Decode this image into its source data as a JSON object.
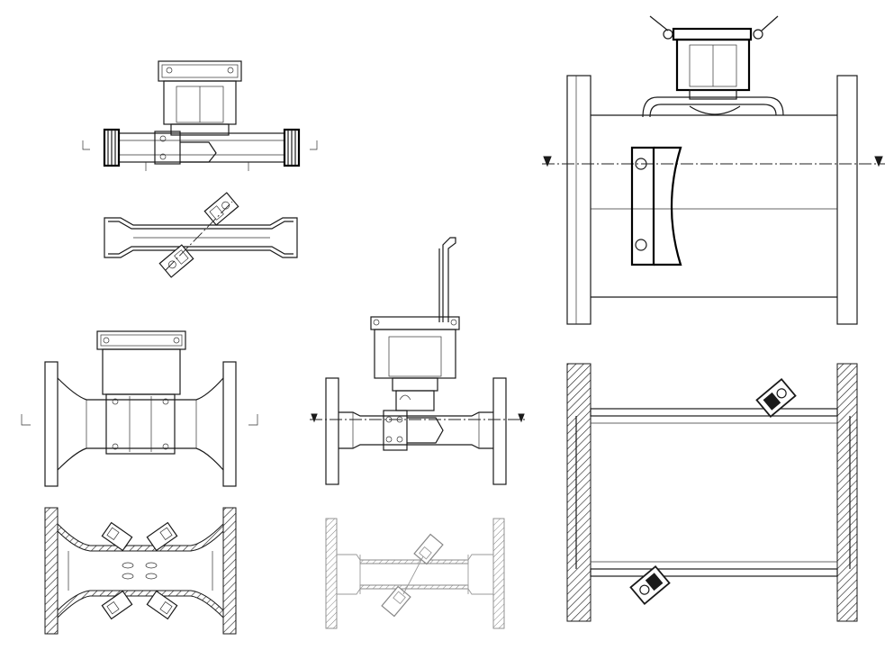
{
  "colors": {
    "background": "#ffffff",
    "line": "#1a1a1a",
    "light_line": "#9a9a9a",
    "hatch": "#1a1a1a"
  },
  "figures": [
    {
      "id": "threaded-meter-elevation",
      "shape": "threaded-ends-with-register-housing"
    },
    {
      "id": "threaded-meter-section",
      "shape": "section-with-one-sensor-pair"
    },
    {
      "id": "flanged-dn-small-elevation",
      "shape": "flanged-ends-with-register-housing"
    },
    {
      "id": "flanged-dn-small-section",
      "shape": "section-with-two-sensor-pairs"
    },
    {
      "id": "flanged-mid-elevation",
      "shape": "flanged-ends-with-register-and-handle"
    },
    {
      "id": "flanged-mid-section",
      "shape": "section-with-one-sensor-pair"
    },
    {
      "id": "large-spool-elevation",
      "shape": "large-flanged-spool-with-transmitter"
    },
    {
      "id": "large-spool-section",
      "shape": "section-with-clamp-on-sensors"
    }
  ],
  "icons": {
    "section_marker": "section-arrow-icon",
    "sensor": "transducer-icon",
    "bolt": "bolt-icon"
  }
}
